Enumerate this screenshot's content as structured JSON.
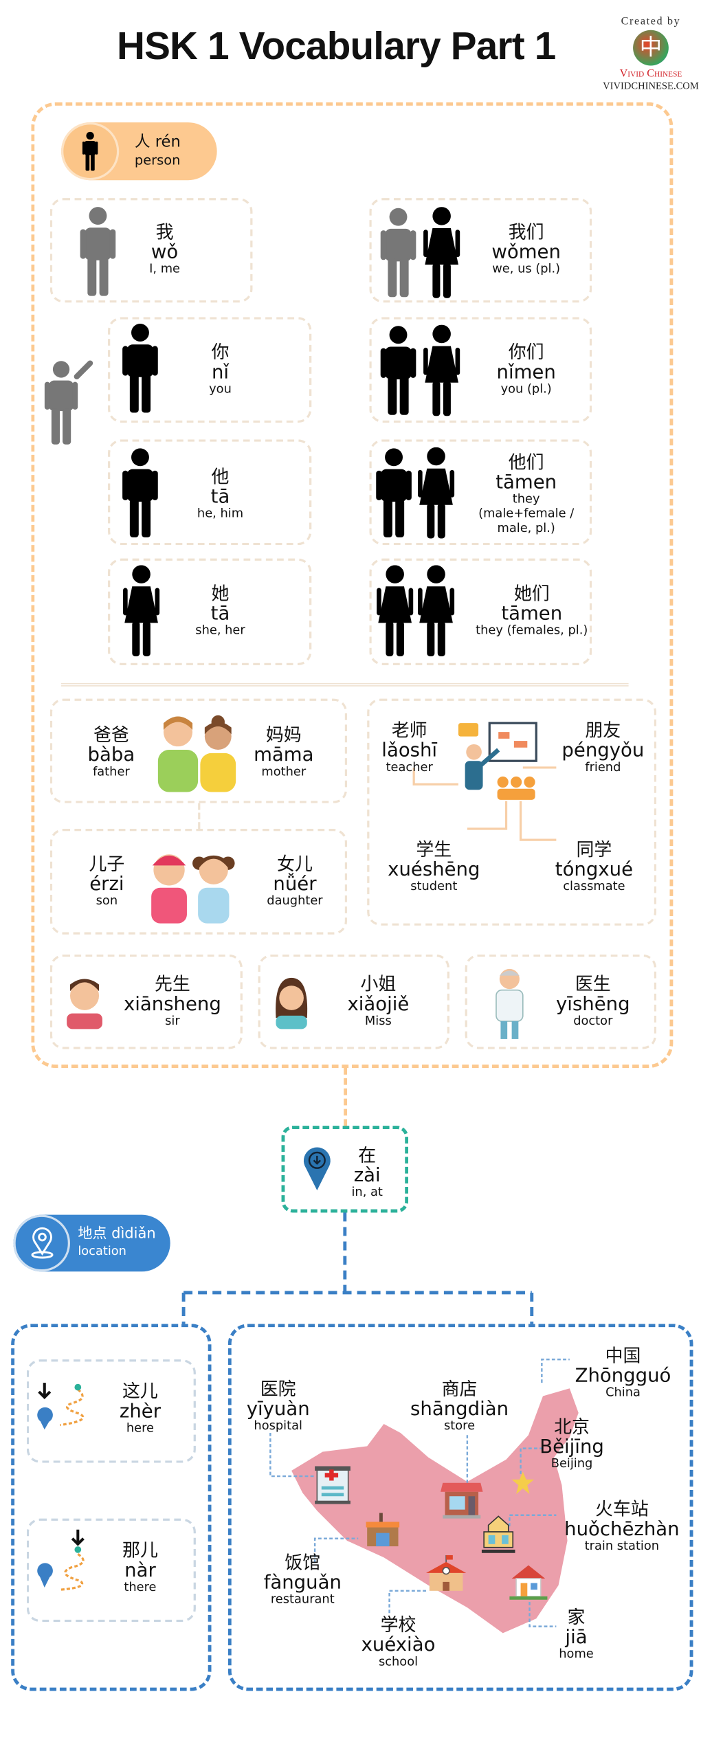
{
  "title": "HSK 1 Vocabulary Part 1",
  "logo": {
    "created_by": "Created by",
    "brand": "Vivid Chinese",
    "site": "VIVIDCHINESE.COM",
    "glyph": "中"
  },
  "colors": {
    "orange": "#fcc990",
    "blue": "#3a7fc5",
    "teal": "#2bb19a",
    "map": "#eb9fab"
  },
  "person_section": {
    "zh": "人 rén",
    "en": "person"
  },
  "pronouns": [
    {
      "zh": "我",
      "py": "wǒ",
      "en": "I, me"
    },
    {
      "zh": "你",
      "py": "nǐ",
      "en": "you"
    },
    {
      "zh": "他",
      "py": "tā",
      "en": "he, him"
    },
    {
      "zh": "她",
      "py": "tā",
      "en": "she, her"
    },
    {
      "zh": "我们",
      "py": "wǒmen",
      "en": "we, us (pl.)"
    },
    {
      "zh": "你们",
      "py": "nǐmen",
      "en": "you (pl.)"
    },
    {
      "zh": "他们",
      "py": "tāmen",
      "en": "they\n(male+female /\nmale, pl.)"
    },
    {
      "zh": "她们",
      "py": "tāmen",
      "en": "they (females, pl.)"
    }
  ],
  "family": [
    {
      "zh": "爸爸",
      "py": "bàba",
      "en": "father"
    },
    {
      "zh": "妈妈",
      "py": "māma",
      "en": "mother"
    },
    {
      "zh": "儿子",
      "py": "érzi",
      "en": "son"
    },
    {
      "zh": "女儿",
      "py": "nǚér",
      "en": "daughter"
    }
  ],
  "school": [
    {
      "zh": "老师",
      "py": "lǎoshī",
      "en": "teacher"
    },
    {
      "zh": "朋友",
      "py": "péngyǒu",
      "en": "friend"
    },
    {
      "zh": "学生",
      "py": "xuéshēng",
      "en": "student"
    },
    {
      "zh": "同学",
      "py": "tóngxué",
      "en": "classmate"
    }
  ],
  "titles": [
    {
      "zh": "先生",
      "py": "xiānsheng",
      "en": "sir"
    },
    {
      "zh": "小姐",
      "py": "xiǎojiě",
      "en": "Miss"
    },
    {
      "zh": "医生",
      "py": "yīshēng",
      "en": "doctor"
    }
  ],
  "zai": {
    "zh": "在",
    "py": "zài",
    "en": "in, at"
  },
  "location_section": {
    "zh": "地点 dìdiǎn",
    "en": "location"
  },
  "here_there": [
    {
      "zh": "这儿",
      "py": "zhèr",
      "en": "here"
    },
    {
      "zh": "那儿",
      "py": "nàr",
      "en": "there"
    }
  ],
  "places": [
    {
      "zh": "医院",
      "py": "yīyuàn",
      "en": "hospital"
    },
    {
      "zh": "商店",
      "py": "shāngdiàn",
      "en": "store"
    },
    {
      "zh": "中国",
      "py": "Zhōngguó",
      "en": "China"
    },
    {
      "zh": "北京",
      "py": "Běijīng",
      "en": "Beijing"
    },
    {
      "zh": "火车站",
      "py": "huǒchēzhàn",
      "en": "train station"
    },
    {
      "zh": "饭馆",
      "py": "fànguǎn",
      "en": "restaurant"
    },
    {
      "zh": "学校",
      "py": "xuéxiào",
      "en": "school"
    },
    {
      "zh": "家",
      "py": "jiā",
      "en": "home"
    }
  ]
}
